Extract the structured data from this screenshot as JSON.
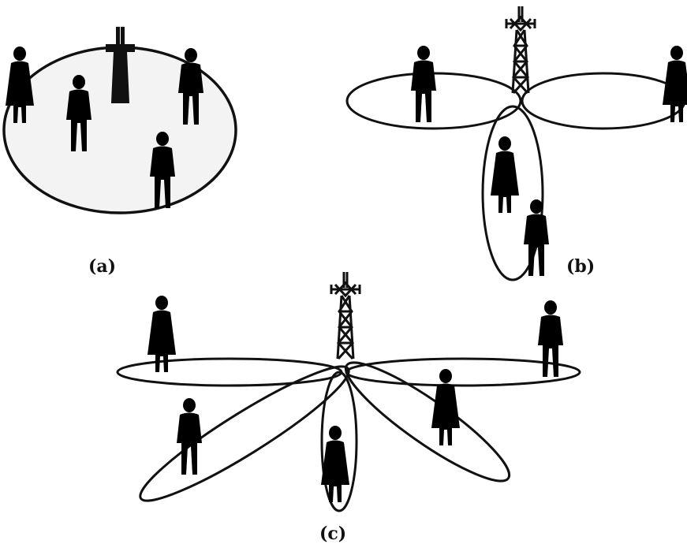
{
  "panels": {
    "a": {
      "label": "(a)"
    },
    "b": {
      "label": "(b)"
    },
    "c": {
      "label": "(c)"
    }
  }
}
